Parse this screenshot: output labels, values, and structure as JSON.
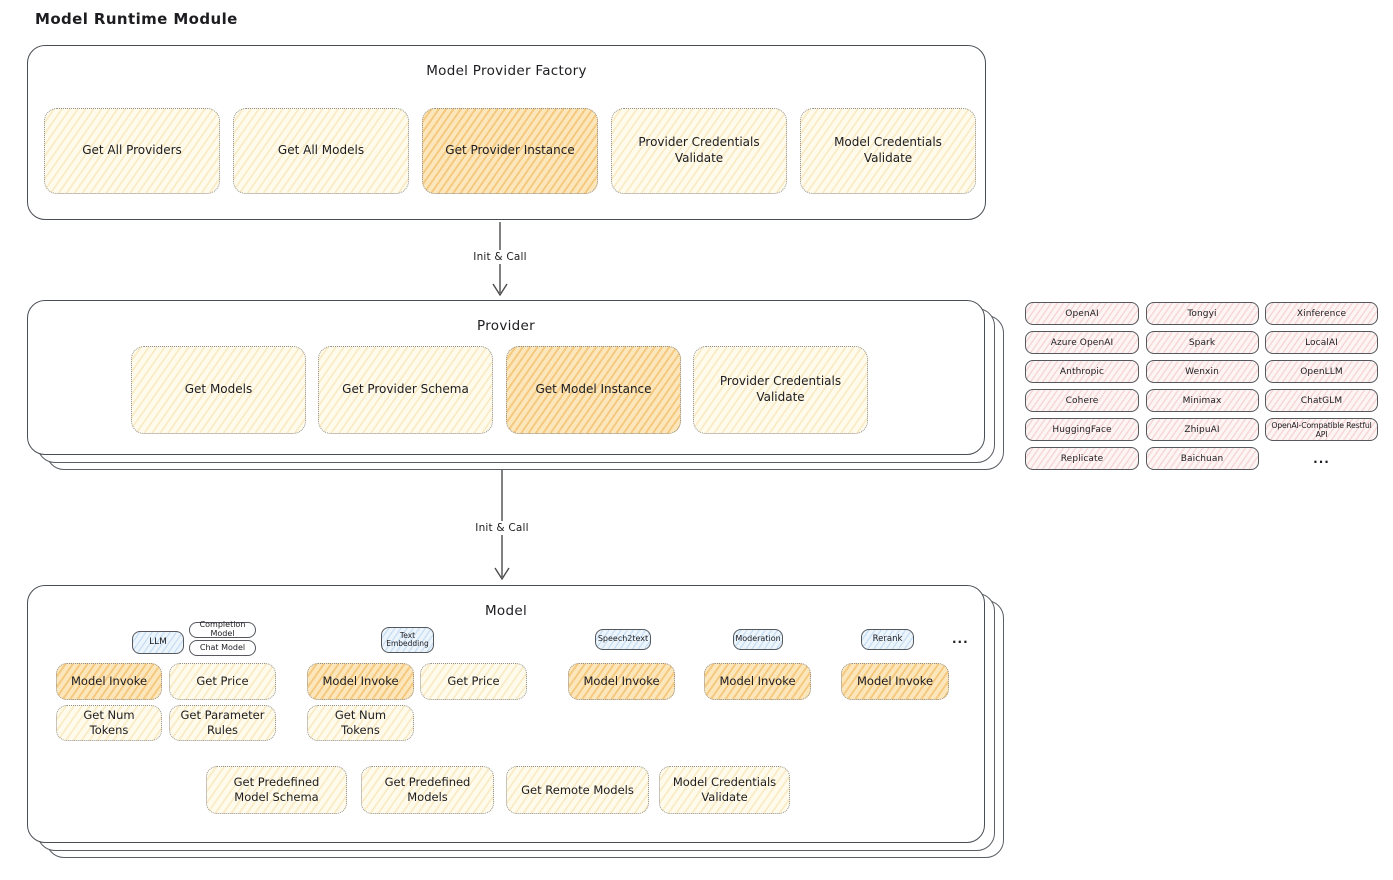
{
  "title": "Model Runtime Module",
  "arrow1_label": "Init & Call",
  "arrow2_label": "Init & Call",
  "factory": {
    "title": "Model Provider Factory",
    "buttons": [
      {
        "label": "Get All Providers",
        "highlighted": false
      },
      {
        "label": "Get All Models",
        "highlighted": false
      },
      {
        "label": "Get Provider Instance",
        "highlighted": true
      },
      {
        "label": "Provider Credentials Validate",
        "highlighted": false
      },
      {
        "label": "Model Credentials Validate",
        "highlighted": false
      }
    ]
  },
  "provider": {
    "title": "Provider",
    "buttons": [
      {
        "label": "Get Models",
        "highlighted": false
      },
      {
        "label": "Get Provider Schema",
        "highlighted": false
      },
      {
        "label": "Get Model Instance",
        "highlighted": true
      },
      {
        "label": "Provider Credentials Validate",
        "highlighted": false
      }
    ]
  },
  "providers_grid": {
    "rows": [
      [
        "OpenAI",
        "Tongyi",
        "Xinference"
      ],
      [
        "Azure OpenAI",
        "Spark",
        "LocalAI"
      ],
      [
        "Anthropic",
        "Wenxin",
        "OpenLLM"
      ],
      [
        "Cohere",
        "Minimax",
        "ChatGLM"
      ],
      [
        "HuggingFace",
        "ZhipuAI",
        "OpenAI-Compatible Restful API"
      ],
      [
        "Replicate",
        "Baichuan"
      ]
    ],
    "more_label": "..."
  },
  "model": {
    "title": "Model",
    "more_label": "...",
    "capabilities": [
      {
        "tab": "LLM",
        "sub_tabs": [
          "Completion Model",
          "Chat Model"
        ],
        "actions": [
          {
            "label": "Model Invoke",
            "highlighted": true
          },
          {
            "label": "Get Price",
            "highlighted": false
          },
          {
            "label": "Get Num Tokens",
            "highlighted": false
          },
          {
            "label": "Get Parameter Rules",
            "highlighted": false
          }
        ]
      },
      {
        "tab": "Text Embedding",
        "actions": [
          {
            "label": "Model Invoke",
            "highlighted": true
          },
          {
            "label": "Get Price",
            "highlighted": false
          },
          {
            "label": "Get Num Tokens",
            "highlighted": false
          }
        ]
      },
      {
        "tab": "Speech2text",
        "actions": [
          {
            "label": "Model Invoke",
            "highlighted": true
          }
        ]
      },
      {
        "tab": "Moderation",
        "actions": [
          {
            "label": "Model Invoke",
            "highlighted": true
          }
        ]
      },
      {
        "tab": "Rerank",
        "actions": [
          {
            "label": "Model Invoke",
            "highlighted": true
          }
        ]
      }
    ],
    "shared_actions": [
      "Get Predefined Model Schema",
      "Get Predefined Models",
      "Get Remote Models",
      "Model Credentials Validate"
    ]
  },
  "colors": {
    "action_fill": "#fffbec",
    "action_hatch": "#ecc76e",
    "highlight_fill": "#fcebc6",
    "highlight_hatch": "#f0a73a",
    "provider_pill_fill": "#fdf4f4",
    "provider_pill_hatch": "#e28080",
    "tab_fill": "#edf5fc",
    "tab_hatch": "#70a8da",
    "outline": "#494e54",
    "text": "#1d1d21"
  }
}
